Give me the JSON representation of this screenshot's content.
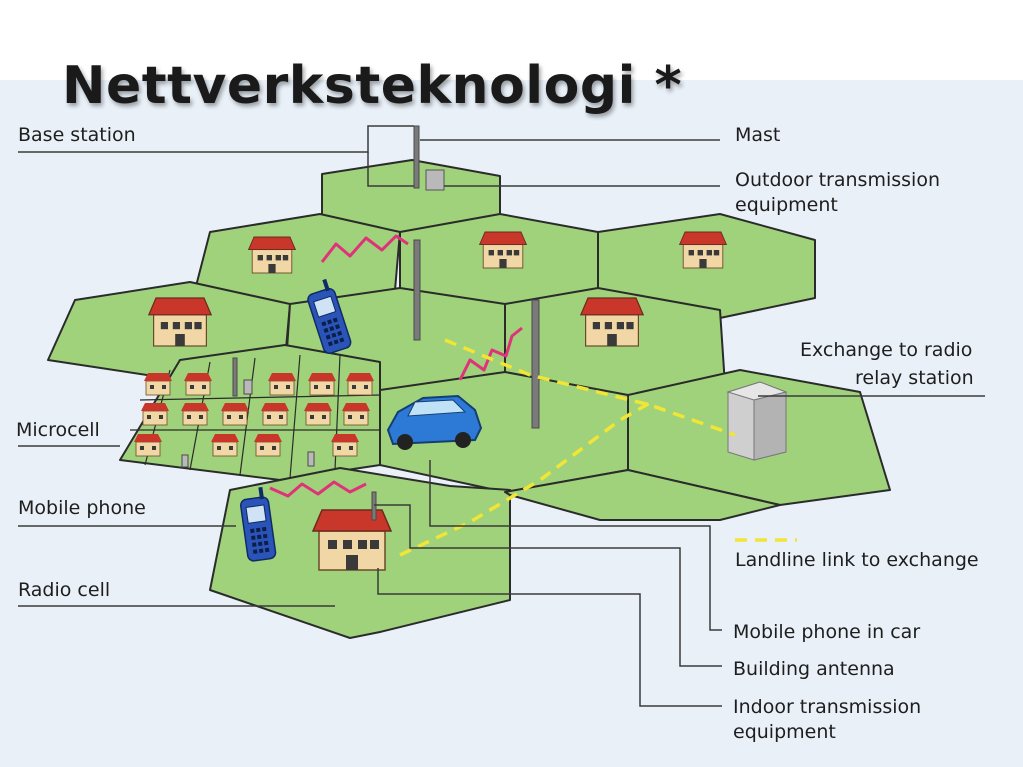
{
  "title": "Nettverksteknologi *",
  "labels": {
    "base_station": "Base station",
    "mast": "Mast",
    "outdoor_line1": "Outdoor transmission",
    "outdoor_line2": "equipment",
    "exchange_line1": "Exchange to radio",
    "exchange_line2": "relay station",
    "microcell": "Microcell",
    "mobile_phone": "Mobile phone",
    "radio_cell": "Radio cell",
    "landline": "Landline link to exchange",
    "mobile_in_car": "Mobile phone in car",
    "building_antenna": "Building antenna",
    "indoor_line1": "Indoor transmission",
    "indoor_line2": "equipment"
  },
  "colors": {
    "cell_green": "#9fd27a",
    "cell_edge": "#2b2b2b",
    "signal": "#e0327a",
    "landline": "#f1e535",
    "background": "#e9f0f8"
  }
}
